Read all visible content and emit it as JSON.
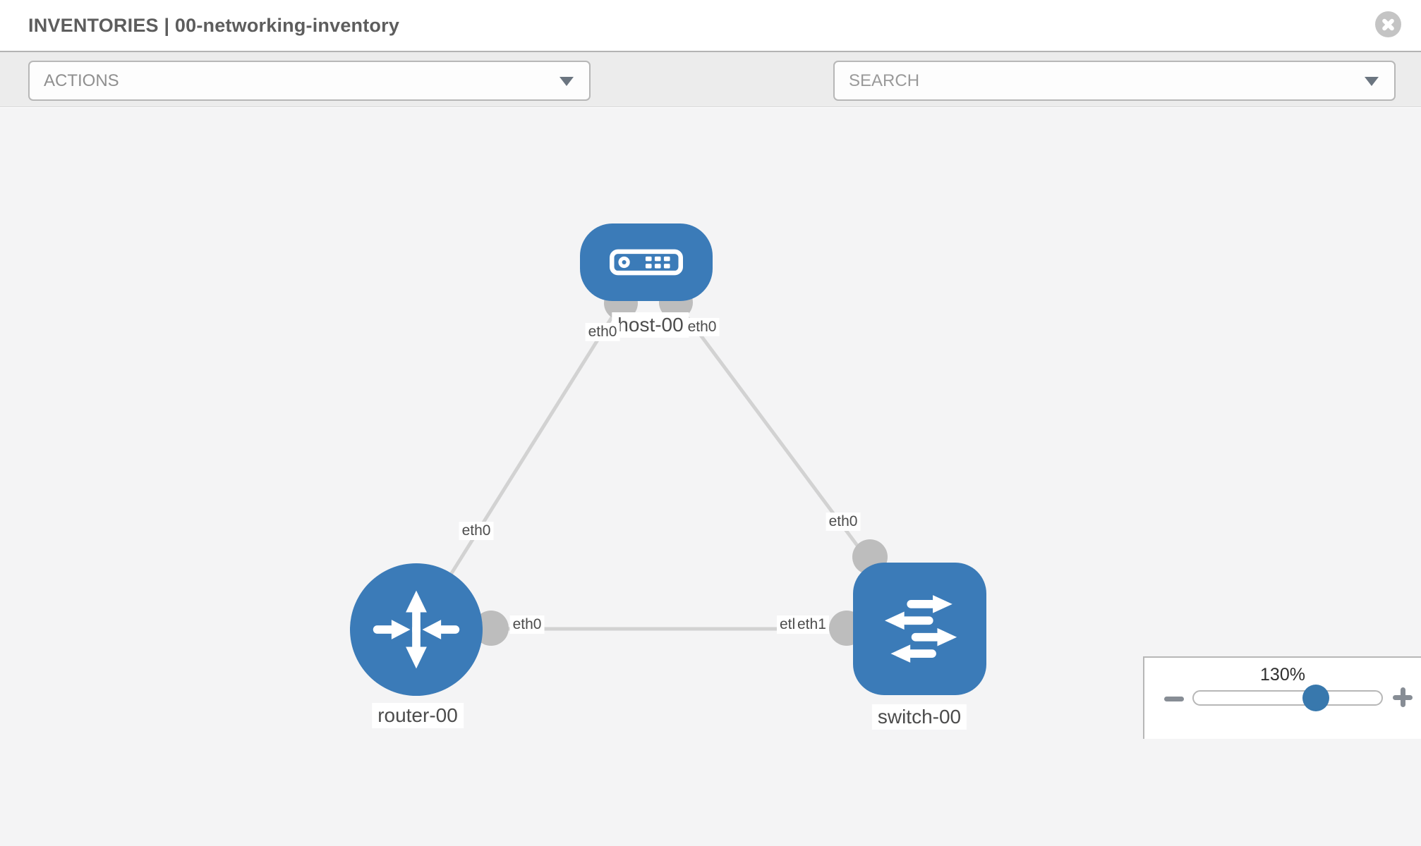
{
  "header": {
    "title": "INVENTORIES | 00-networking-inventory"
  },
  "toolbar": {
    "actions_label": "ACTIONS",
    "search_placeholder": "SEARCH",
    "icons": [
      "wrench-icon",
      "key-icon"
    ]
  },
  "topology": {
    "nodes": [
      {
        "label": "host-00",
        "type": "host"
      },
      {
        "label": "router-00",
        "type": "router"
      },
      {
        "label": "switch-00",
        "type": "switch"
      }
    ],
    "links": [
      {
        "from": "host-00",
        "to": "router-00",
        "from_interface": "eth0",
        "to_interface": "eth0"
      },
      {
        "from": "host-00",
        "to": "switch-00",
        "from_interface": "eth0",
        "to_interface": "eth0"
      },
      {
        "from": "router-00",
        "to": "switch-00",
        "from_interface": "eth0",
        "to_interface": "eth1",
        "overlap_artifact_text": "etleth1"
      }
    ],
    "interface_labels": {
      "host_to_router_at_host": "eth0",
      "host_to_switch_at_host": "eth0",
      "host_to_router_at_router": "eth0",
      "host_to_switch_at_switch": "eth0",
      "router_to_switch_at_router": "eth0",
      "router_to_switch_at_switch_under": "eth1",
      "router_to_switch_at_switch_over": "eth1"
    }
  },
  "zoom_control": {
    "level": "130%"
  },
  "colors": {
    "node_blue": "#3b7bb8",
    "slider_thumb_blue": "#3878ad",
    "link_gray": "#d2d2d2",
    "port_gray": "#bdbdbd",
    "canvas_bg": "#f4f4f5",
    "toolbar_bg": "#ececec",
    "title_gray": "#5d5d5d"
  }
}
